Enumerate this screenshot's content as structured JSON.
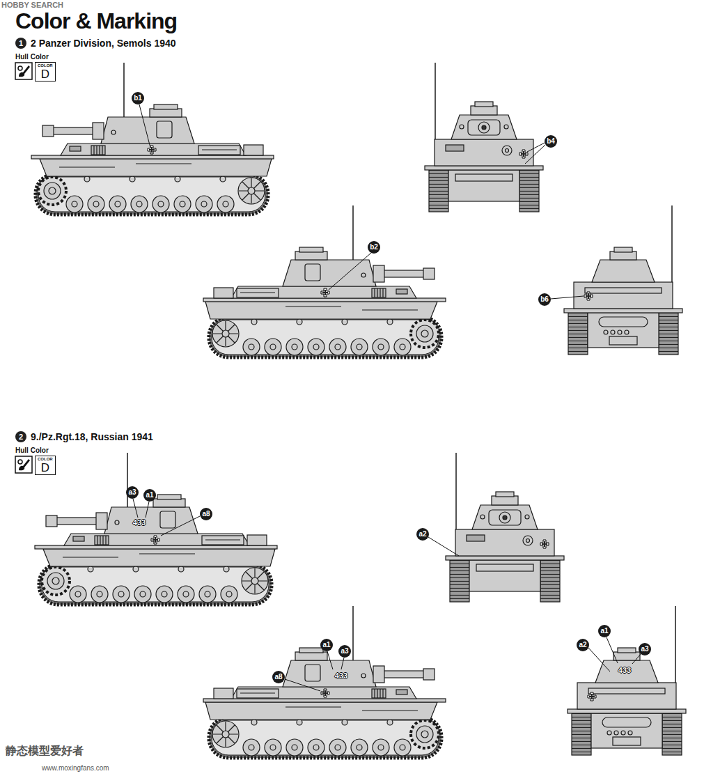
{
  "diagram": {
    "title": "Color & Marking",
    "nodes": [
      {
        "text": [
          "1",
          "2 Panzer Division, Semols 1940"
        ]
      },
      {
        "text": [
          "COLOR",
          "D"
        ]
      },
      {
        "text": [
          "b1"
        ]
      },
      {
        "text": [
          "b4"
        ]
      },
      {
        "text": [
          "b2"
        ]
      },
      {
        "text": [
          "b6"
        ]
      },
      {
        "text": [
          "2",
          "9./Pz.Rgt.18, Russian 1941"
        ]
      },
      {
        "text": [
          "COLOR",
          "D"
        ]
      },
      {
        "text": [
          "a3"
        ]
      },
      {
        "text": [
          "a1"
        ]
      },
      {
        "text": [
          "a8"
        ]
      },
      {
        "text": [
          "a2"
        ]
      },
      {
        "text": [
          "a1"
        ]
      },
      {
        "text": [
          "a3"
        ]
      },
      {
        "text": [
          "a1"
        ]
      },
      {
        "text": [
          "a2"
        ]
      },
      {
        "text": [
          "a3"
        ]
      },
      {
        "text": [
          "a8"
        ]
      }
    ],
    "labels": [
      "HOBBY SEARCH",
      "Hull Color",
      "Hull Color",
      "433",
      "433",
      "433",
      "静态模型爱好者",
      "www.moxingfans.com"
    ]
  }
}
